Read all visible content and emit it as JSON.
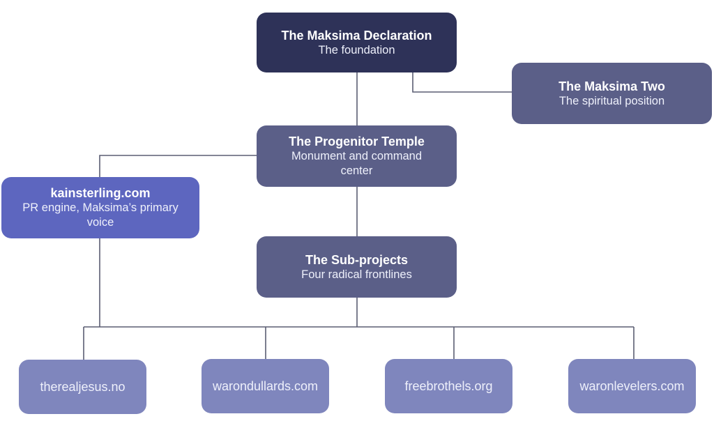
{
  "diagram": {
    "type": "org-chart",
    "colors": {
      "root": "#2e3258",
      "section": "#5b5f88",
      "highlight": "#5d66bf",
      "leaf": "#7f86bd",
      "connector": "#5a5d72"
    },
    "nodes": {
      "declaration": {
        "title": "The Maksima Declaration",
        "subtitle": "The foundation"
      },
      "maksima_two": {
        "title": "The Maksima Two",
        "subtitle": "The spiritual position"
      },
      "temple": {
        "title": "The Progenitor Temple",
        "subtitle": "Monument and command center"
      },
      "kainsterling": {
        "title": "kainsterling.com",
        "subtitle": "PR engine, Maksima’s primary voice"
      },
      "subprojects": {
        "title": "The Sub-projects",
        "subtitle": "Four radical frontlines"
      },
      "leaves": [
        {
          "label": "therealjesus.no"
        },
        {
          "label": "warondullards.com"
        },
        {
          "label": "freebrothels.org"
        },
        {
          "label": "waronlevelers.com"
        }
      ]
    },
    "edges": [
      [
        "declaration",
        "temple"
      ],
      [
        "declaration",
        "maksima_two"
      ],
      [
        "temple",
        "kainsterling"
      ],
      [
        "temple",
        "subprojects"
      ],
      [
        "subprojects",
        "therealjesus.no"
      ],
      [
        "subprojects",
        "warondullards.com"
      ],
      [
        "subprojects",
        "freebrothels.org"
      ],
      [
        "subprojects",
        "waronlevelers.com"
      ],
      [
        "kainsterling",
        "therealjesus.no"
      ]
    ]
  }
}
